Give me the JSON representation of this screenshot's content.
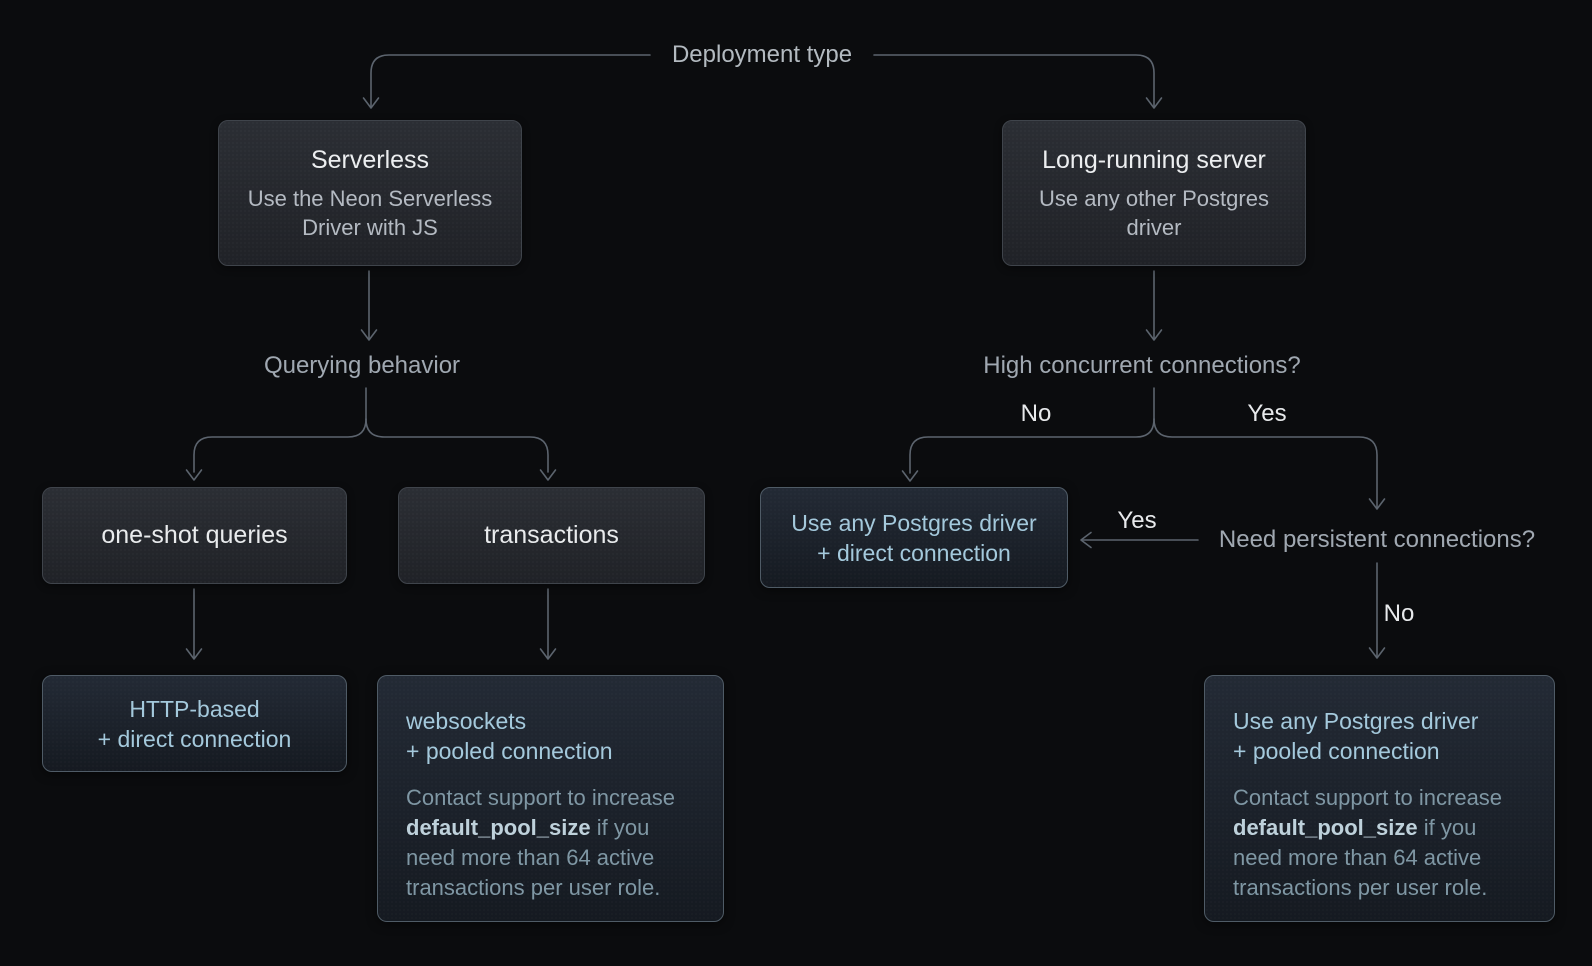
{
  "colors": {
    "background": "#0b0c0e",
    "connector": "#5c646e",
    "card_border": "#3f444b",
    "card_background_top": "#2b2e34",
    "card_background_bottom": "#202227",
    "result_border": "#4f5b66",
    "result_background_top": "#232a35",
    "result_background_bottom": "#151a21",
    "title_text": "#eceef0",
    "subtitle_text": "#b4bac2",
    "label_text": "#a0a8b1",
    "edge_label_text": "#e8eaec",
    "result_heading_text": "#a4c9dc",
    "result_note_text": "#7f97a4",
    "result_note_strong_text": "#bed1db"
  },
  "root_label": "Deployment type",
  "nodes": {
    "serverless": {
      "title": "Serverless",
      "subtitle": "Use the Neon Serverless Driver with JS"
    },
    "long_running": {
      "title": "Long-running server",
      "subtitle": "Use any other Postgres driver"
    },
    "one_shot": {
      "label": "one-shot queries"
    },
    "transactions": {
      "label": "transactions"
    },
    "http_based": {
      "line1": "HTTP-based",
      "line2": "+ direct connection"
    },
    "direct_any": {
      "line1": "Use any Postgres driver",
      "line2": "+ direct connection"
    },
    "websockets": {
      "line1": "websockets",
      "line2": "+ pooled connection",
      "note": {
        "prefix": "Contact support to increase",
        "code": "default_pool_size",
        "suffix": "if you need more than 64 active transactions per user role."
      }
    },
    "pooled_any": {
      "line1": "Use any Postgres driver",
      "line2": "+ pooled connection",
      "note": {
        "prefix": "Contact support to increase",
        "code": "default_pool_size",
        "suffix": "if you need more than 64 active transactions per user role."
      }
    }
  },
  "decisions": {
    "querying": "Querying behavior",
    "high_concurrent": "High concurrent connections?",
    "need_persistent": "Need persistent connections?"
  },
  "edge_labels": {
    "high_concurrent_no": "No",
    "high_concurrent_yes": "Yes",
    "persistent_yes": "Yes",
    "persistent_no": "No"
  }
}
